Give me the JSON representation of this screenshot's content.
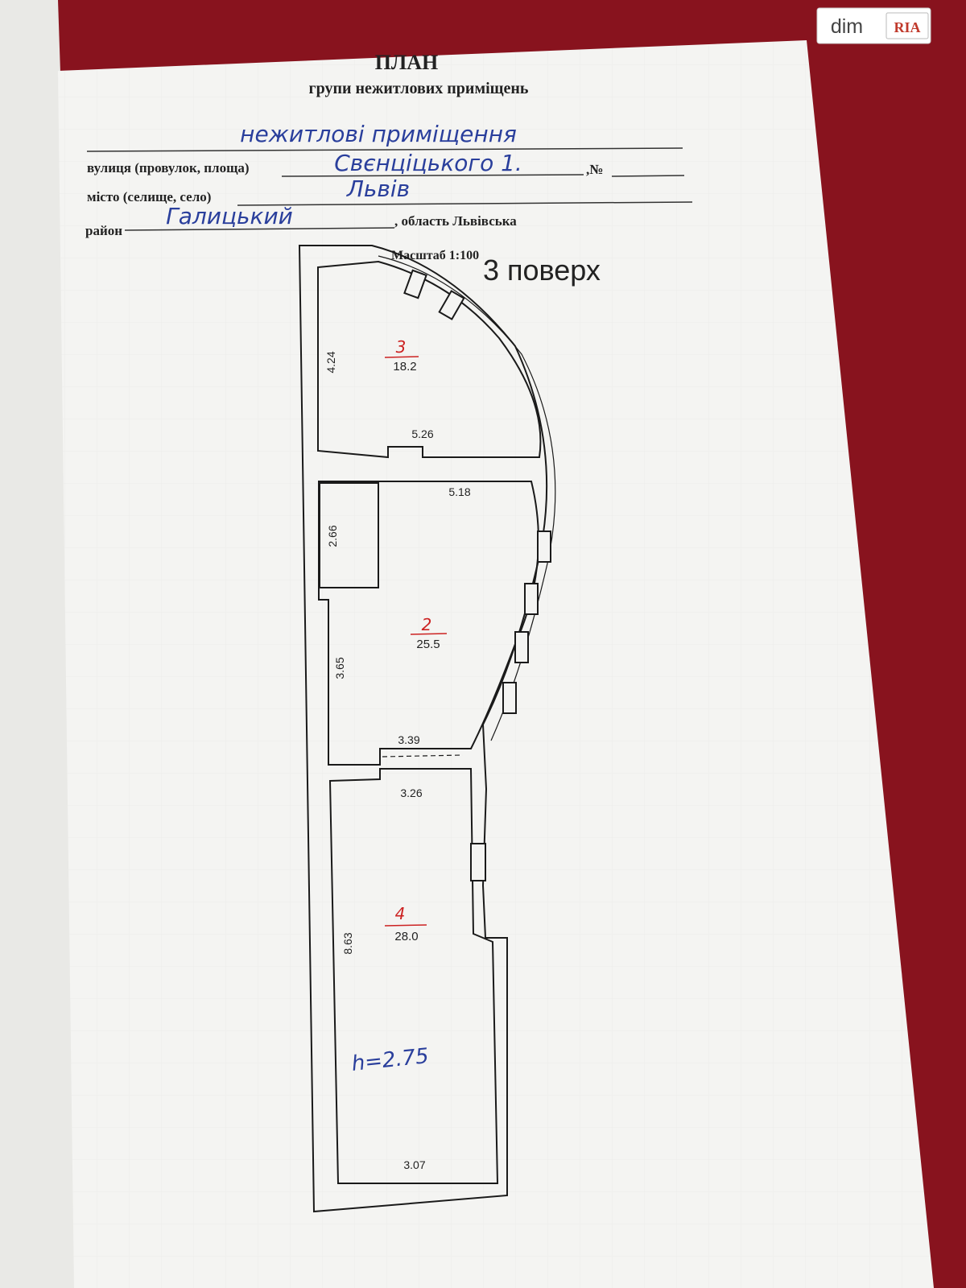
{
  "watermark": {
    "brand_text": "dim",
    "badge_text": "RIA"
  },
  "colors": {
    "background": "#8f1521",
    "paper": "#f4f4f2",
    "ink": "#222222",
    "red_ink": "#cc2222",
    "blue_ink": "#2a3f9c"
  },
  "header": {
    "title": "ПЛАН",
    "subtitle": "групи нежитлових приміщень",
    "handwritten_type": "нежитлові приміщення",
    "street_label": "вулиця (провулок, площа)",
    "street_value": "Свєнціцького 1.",
    "number_label": ",№",
    "city_label": "місто (селище, село)",
    "city_value": "Львів",
    "district_label": "район",
    "district_value": "Галицький",
    "region_label": ", область Львівська"
  },
  "plan": {
    "scale_label": "Масштаб 1:100",
    "floor_label": "3  поверх",
    "rooms": [
      {
        "number": "3",
        "area": "18.2"
      },
      {
        "number": "2",
        "area": "25.5"
      },
      {
        "number": "4",
        "area": "28.0"
      }
    ],
    "dimensions": [
      "4.24",
      "5.26",
      "5.18",
      "2.66",
      "3.65",
      "3.39",
      "3.26",
      "8.63",
      "3.07"
    ],
    "height_note": "h=2.75"
  }
}
